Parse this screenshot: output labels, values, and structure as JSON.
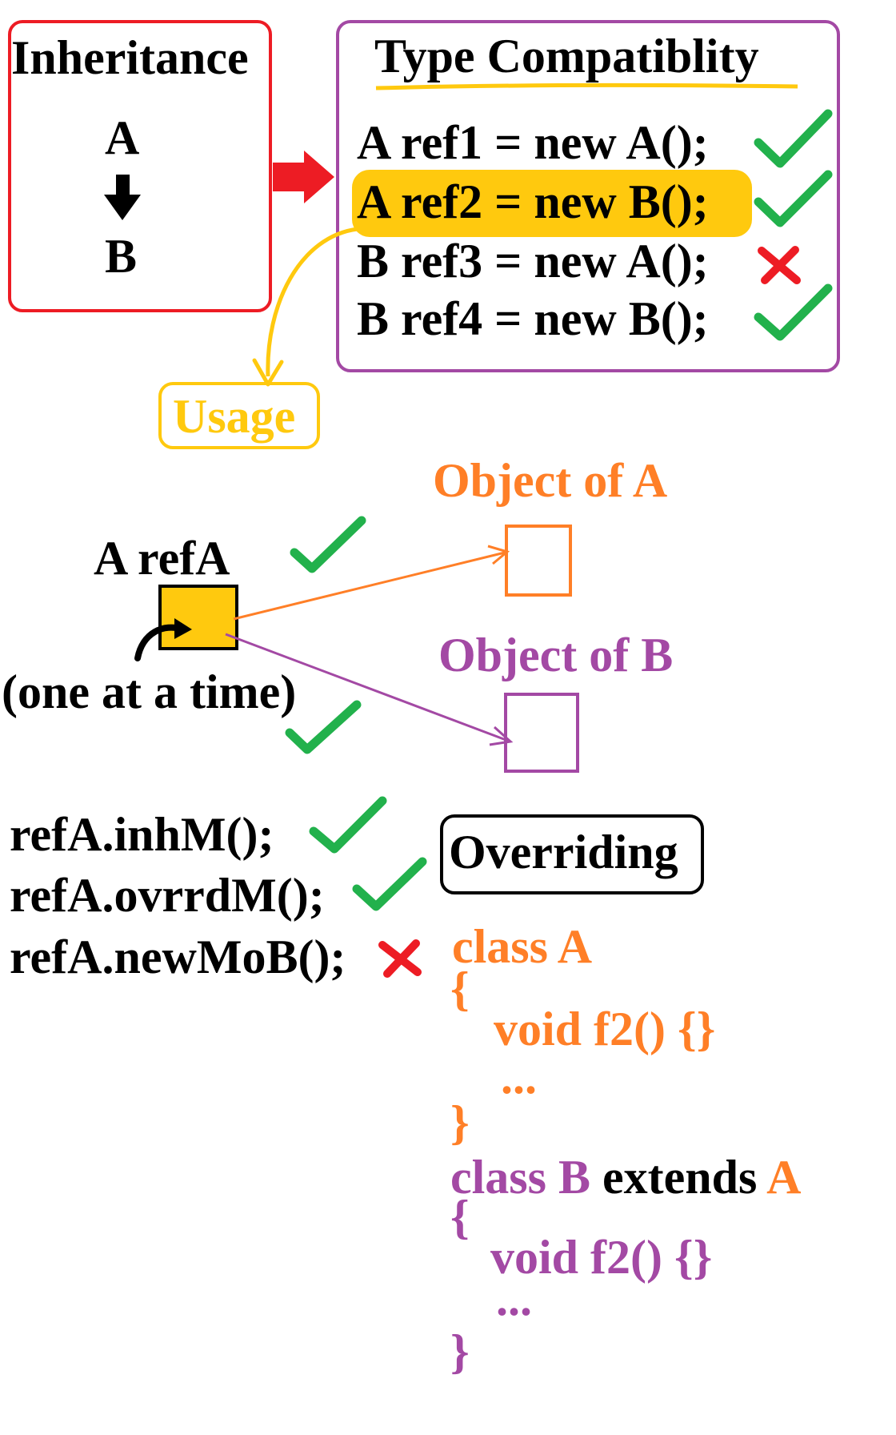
{
  "inheritance": {
    "title": "Inheritance",
    "parent": "A",
    "child": "B"
  },
  "compat": {
    "title": "Type Compatiblity",
    "rows": [
      {
        "text": "A ref1 = new A();",
        "mark": "check",
        "highlight": false
      },
      {
        "text": "A ref2 = new B();",
        "mark": "check",
        "highlight": true
      },
      {
        "text": "B ref3 = new A();",
        "mark": "cross",
        "highlight": false
      },
      {
        "text": "B ref4 = new B();",
        "mark": "check",
        "highlight": false
      }
    ]
  },
  "usage_label": "Usage",
  "reference": {
    "label": "A refA",
    "note": "(one at a time)"
  },
  "objects": {
    "a_label": "Object of A",
    "b_label": "Object of B"
  },
  "calls": [
    {
      "text": "refA.inhM();",
      "mark": "check"
    },
    {
      "text": "refA.ovrrdM();",
      "mark": "check"
    },
    {
      "text": "refA.newMoB();",
      "mark": "cross"
    }
  ],
  "overriding": {
    "title": "Overriding",
    "class_a": "class A",
    "brace_open_a": "{",
    "method_a": "void f2() {}",
    "ellipsis_a": "...",
    "brace_close_a": "}",
    "class_b": "class B",
    "extends_word": "extends",
    "extends_target": "A",
    "brace_open_b": "{",
    "method_b": "void f2() {}",
    "ellipsis_b": "...",
    "brace_close_b": "}"
  },
  "colors": {
    "red": "#ed1c24",
    "purple": "#a349a4",
    "gold": "#ffc90e",
    "orange": "#ff7f27",
    "green": "#22b14c"
  }
}
